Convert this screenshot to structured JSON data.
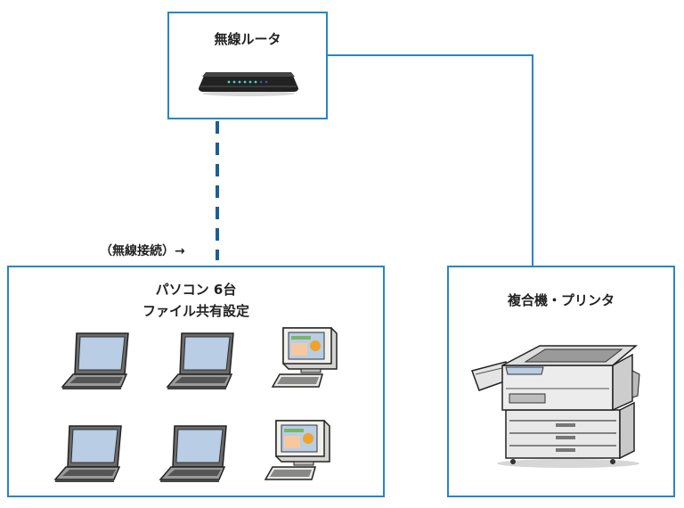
{
  "router": {
    "title": "無線ルータ"
  },
  "wireless_label": "（無線接続）→",
  "pcs": {
    "title_line1": "パソコン 6台",
    "title_line2": "ファイル共有設定"
  },
  "printer": {
    "title": "複合機・プリンタ"
  },
  "colors": {
    "frame": "#2a84c6",
    "wireless_dash": "#1c5f96",
    "screen": "#b9cde4",
    "monitor": "#f0f0ec"
  },
  "icons": [
    "router-icon",
    "laptop-icon",
    "desktop-pc-icon",
    "multifunction-printer-icon"
  ]
}
